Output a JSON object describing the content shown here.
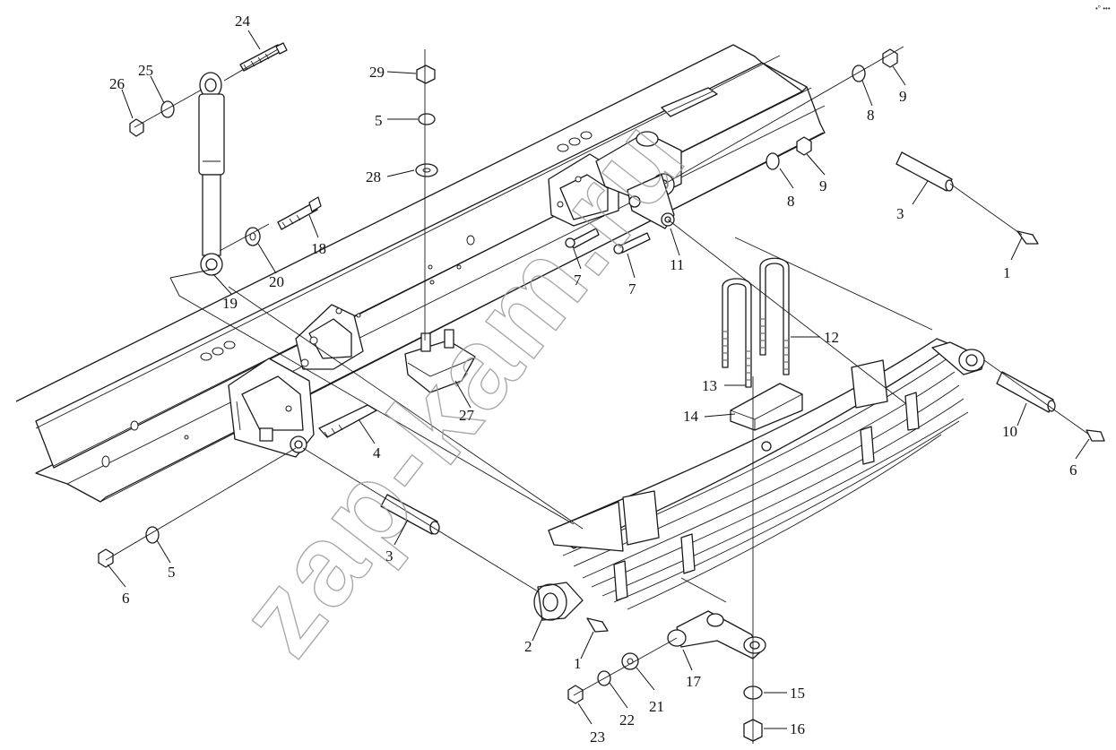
{
  "corner_mark": "•° •••",
  "watermark": "zap-kam.ru",
  "callouts": [
    {
      "id": "c1a",
      "text": "1"
    },
    {
      "id": "c1b",
      "text": "1"
    },
    {
      "id": "c2",
      "text": "2"
    },
    {
      "id": "c3a",
      "text": "3"
    },
    {
      "id": "c3b",
      "text": "3"
    },
    {
      "id": "c4",
      "text": "4"
    },
    {
      "id": "c5a",
      "text": "5"
    },
    {
      "id": "c5b",
      "text": "5"
    },
    {
      "id": "c6a",
      "text": "6"
    },
    {
      "id": "c6b",
      "text": "6"
    },
    {
      "id": "c7a",
      "text": "7"
    },
    {
      "id": "c7b",
      "text": "7"
    },
    {
      "id": "c8a",
      "text": "8"
    },
    {
      "id": "c8b",
      "text": "8"
    },
    {
      "id": "c9a",
      "text": "9"
    },
    {
      "id": "c9b",
      "text": "9"
    },
    {
      "id": "c10",
      "text": "10"
    },
    {
      "id": "c11",
      "text": "11"
    },
    {
      "id": "c12",
      "text": "12"
    },
    {
      "id": "c13",
      "text": "13"
    },
    {
      "id": "c14",
      "text": "14"
    },
    {
      "id": "c15",
      "text": "15"
    },
    {
      "id": "c16",
      "text": "16"
    },
    {
      "id": "c17",
      "text": "17"
    },
    {
      "id": "c18",
      "text": "18"
    },
    {
      "id": "c19",
      "text": "19"
    },
    {
      "id": "c20",
      "text": "20"
    },
    {
      "id": "c21",
      "text": "21"
    },
    {
      "id": "c22",
      "text": "22"
    },
    {
      "id": "c23",
      "text": "23"
    },
    {
      "id": "c24",
      "text": "24"
    },
    {
      "id": "c25",
      "text": "25"
    },
    {
      "id": "c26",
      "text": "26"
    },
    {
      "id": "c27",
      "text": "27"
    },
    {
      "id": "c28",
      "text": "28"
    },
    {
      "id": "c29",
      "text": "29"
    }
  ]
}
